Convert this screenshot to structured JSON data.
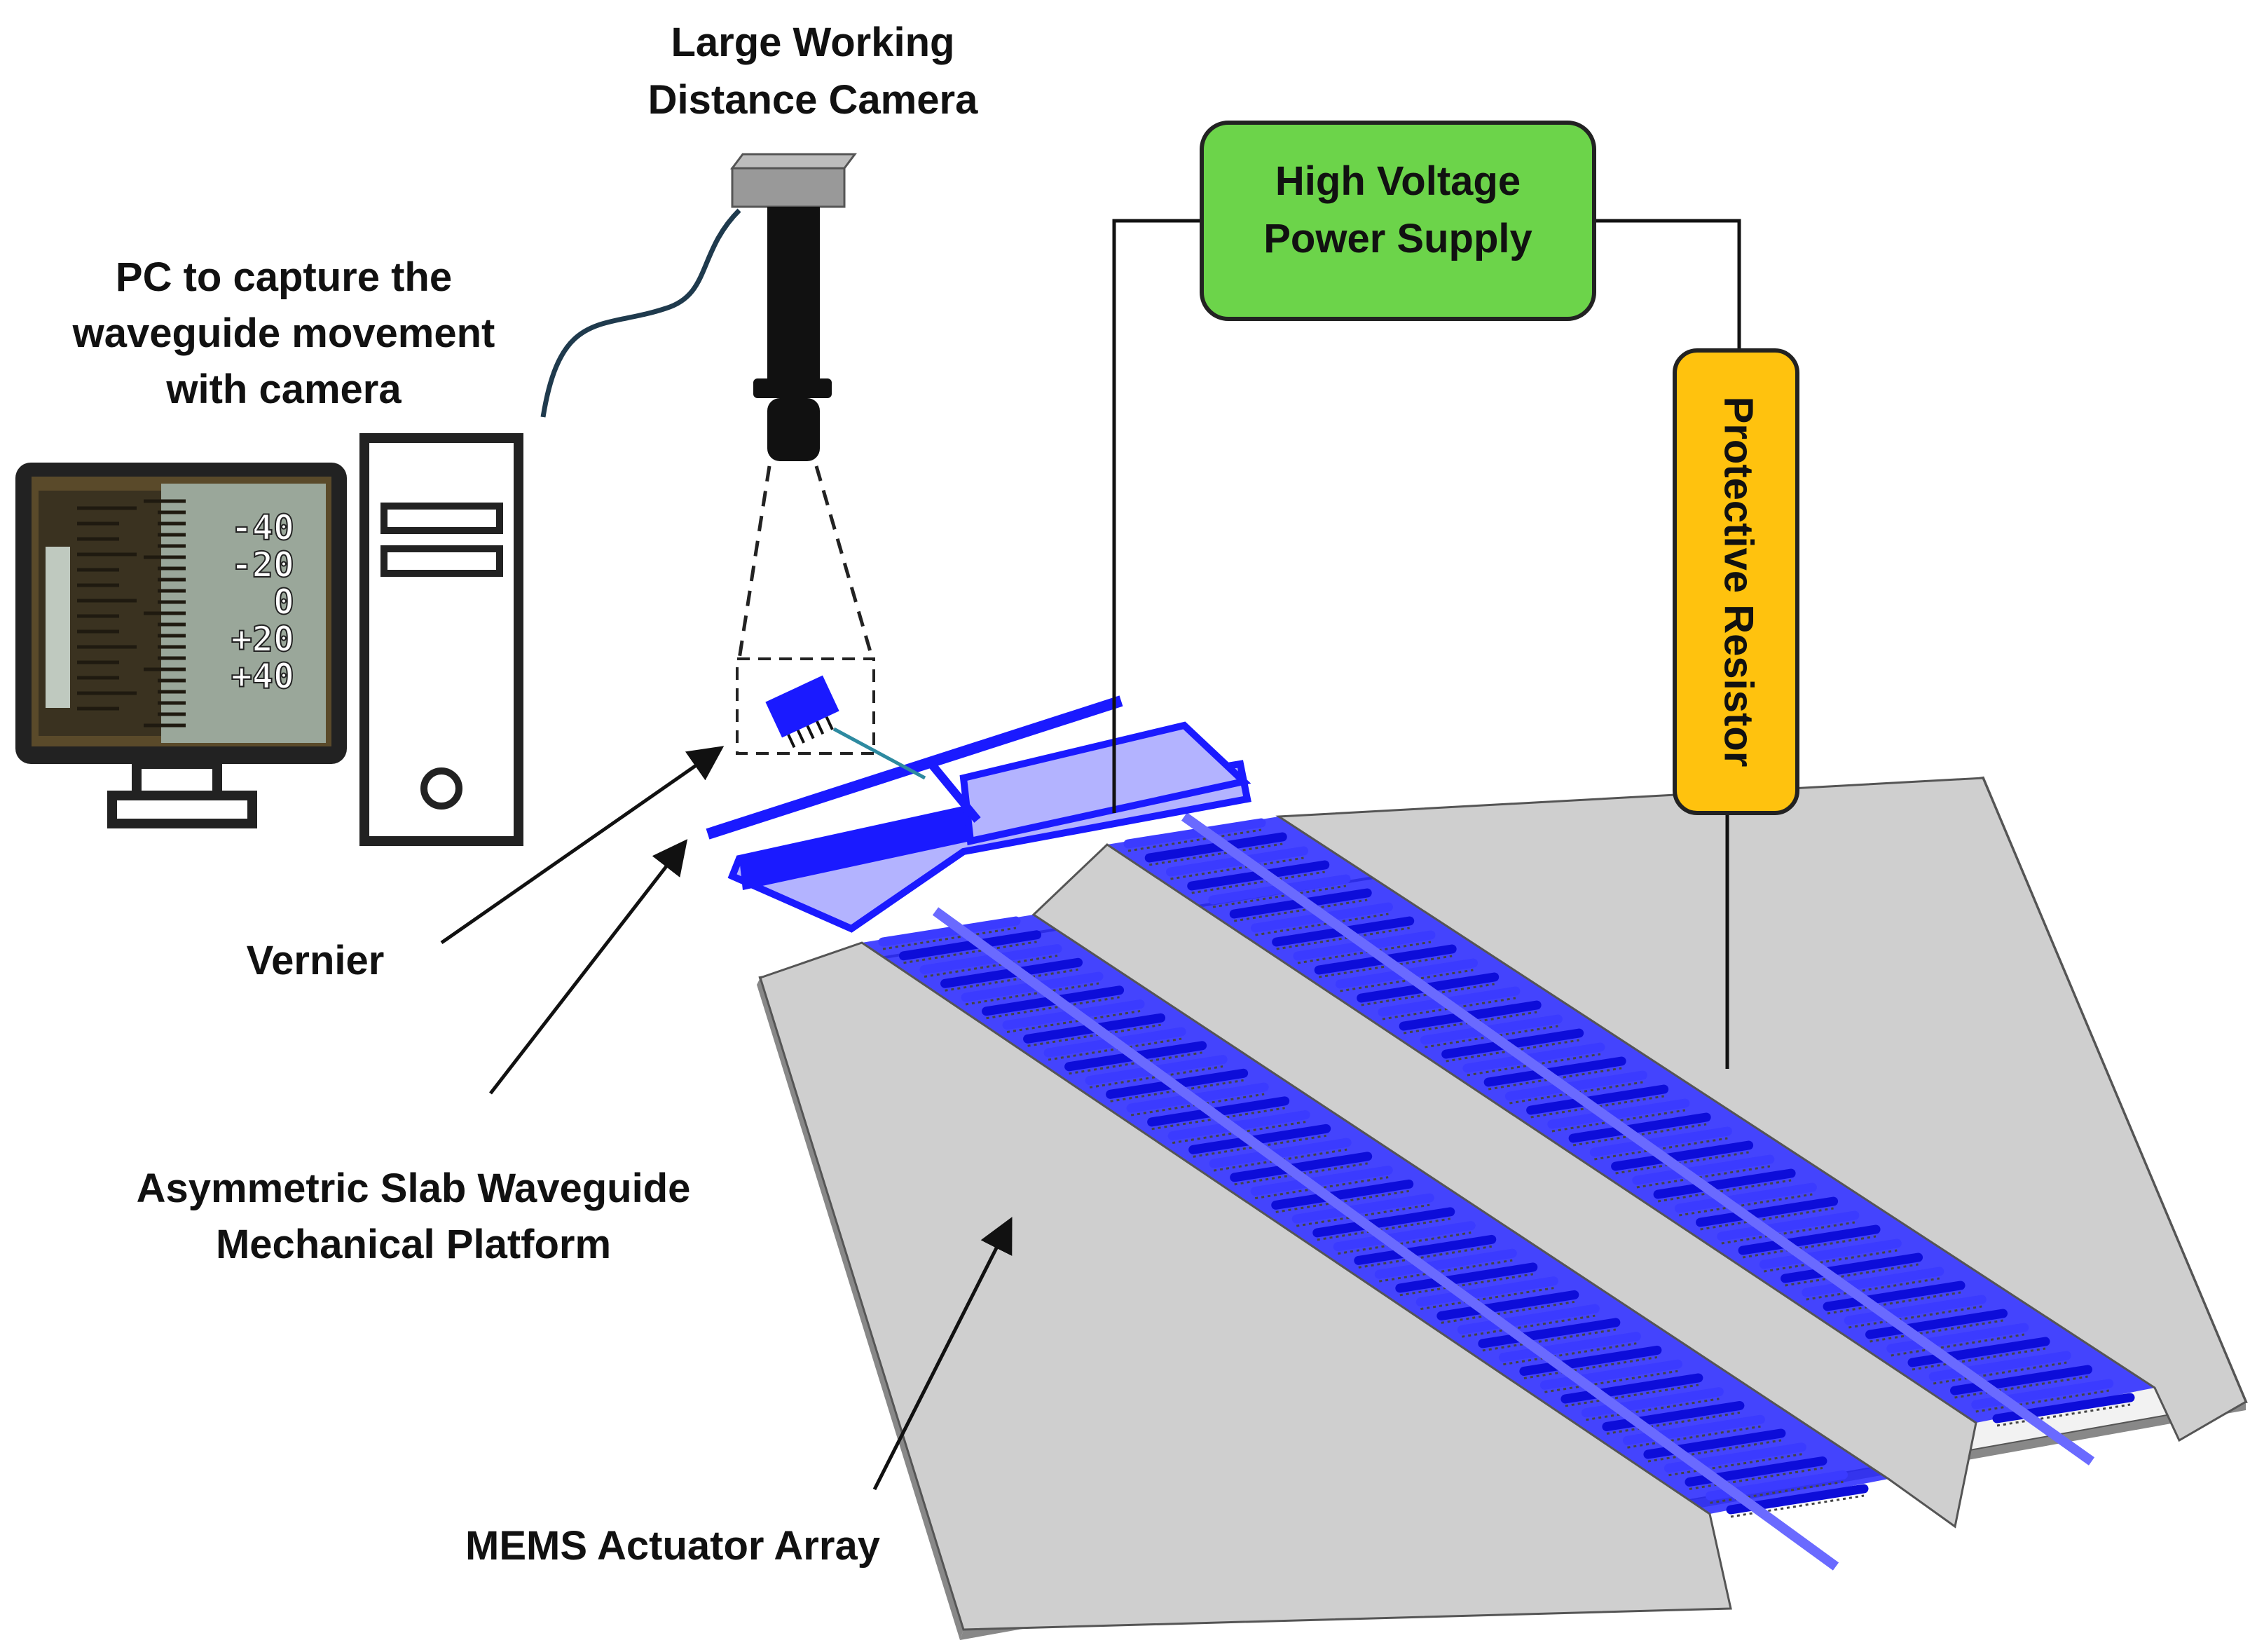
{
  "labels": {
    "camera": [
      "Large Working",
      "Distance Camera"
    ],
    "pc": [
      "PC to capture the",
      "waveguide movement",
      "with camera"
    ],
    "power_supply": [
      "High Voltage",
      "Power Supply"
    ],
    "resistor": "Protective Resistor",
    "vernier": "Vernier",
    "waveguide": [
      "Asymmetric Slab Waveguide",
      "Mechanical Platform"
    ],
    "mems": "MEMS Actuator Array"
  },
  "monitor_scale": [
    "-40",
    "-20",
    "0",
    "+20",
    "+40"
  ],
  "colors": {
    "power_supply_fill": "#6cd44a",
    "resistor_fill": "#ffc20e",
    "actuator_blue": "#1a1aff",
    "platform_light": "#b3b3ff",
    "rail_gray": "#cccccc",
    "wire": "#111111",
    "cable": "#1f3a4d"
  },
  "icons": {
    "camera": "camera-icon",
    "monitor": "monitor-icon",
    "tower": "pc-tower-icon"
  }
}
